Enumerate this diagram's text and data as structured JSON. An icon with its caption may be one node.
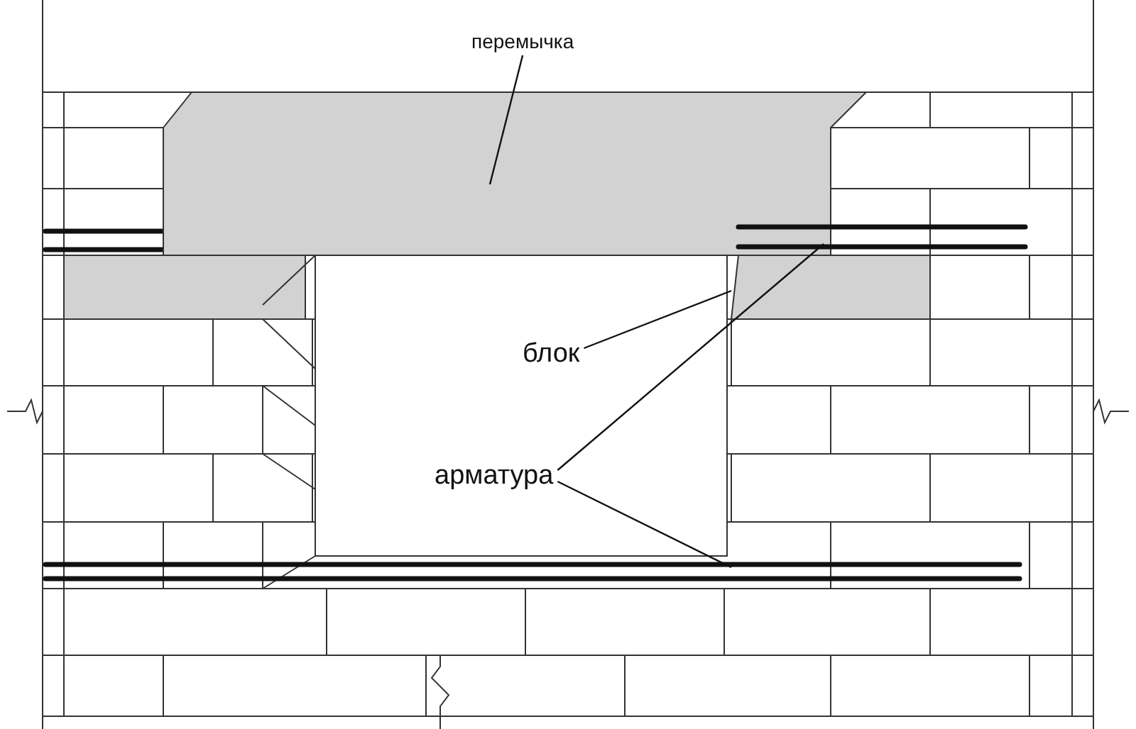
{
  "diagram": {
    "nodes": [
      {
        "text": [
          "перемычка"
        ]
      },
      {
        "text": [],
        "shape": "box"
      },
      {
        "text": [
          "блок"
        ]
      },
      {
        "text": [],
        "shape": "box"
      },
      {
        "text": [
          "арматура"
        ]
      },
      {
        "text": [],
        "shape": "bar"
      },
      {
        "text": [],
        "shape": "bar"
      }
    ],
    "edges": [
      {
        "from": 0,
        "to": 1,
        "arrow": "none"
      },
      {
        "from": 2,
        "to": 3,
        "arrow": "none"
      },
      {
        "from": 4,
        "to": 5,
        "arrow": "none"
      },
      {
        "from": 4,
        "to": 6,
        "arrow": "none"
      }
    ]
  }
}
